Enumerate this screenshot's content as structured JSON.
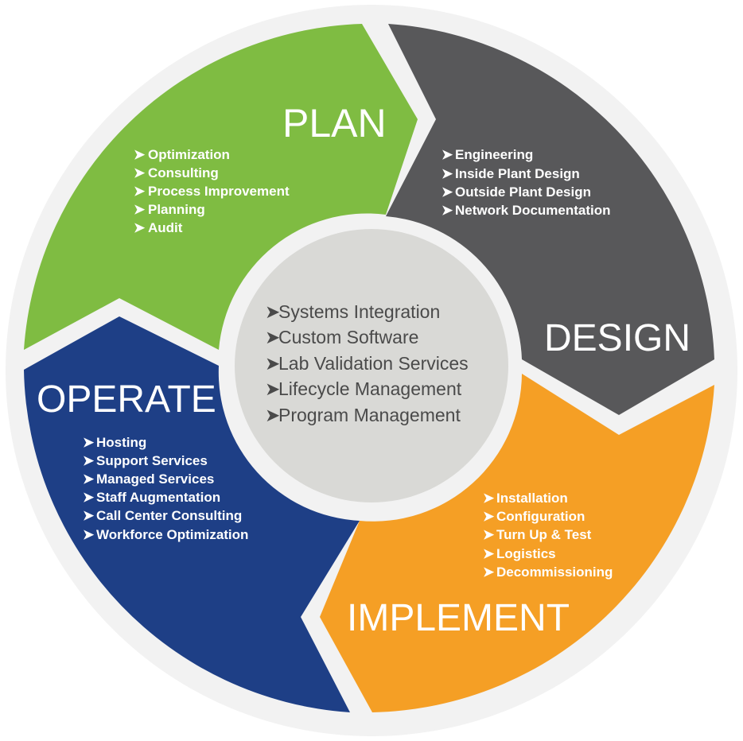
{
  "colors": {
    "plan": "#7fbc42",
    "design": "#58585a",
    "implement": "#f59f25",
    "operate": "#1e3f86",
    "center": "#d9d9d6",
    "center_text": "#4a4a4a",
    "ring": "#f2f2f2"
  },
  "bullet_glyph": "➤",
  "plan": {
    "title": "PLAN",
    "items": [
      "Optimization",
      "Consulting",
      "Process Improvement",
      "Planning",
      "Audit"
    ]
  },
  "design": {
    "title": "DESIGN",
    "items": [
      "Engineering",
      "Inside Plant Design",
      "Outside Plant Design",
      "Network Documentation"
    ]
  },
  "implement": {
    "title": "IMPLEMENT",
    "items": [
      "Installation",
      "Configuration",
      "Turn Up & Test",
      "Logistics",
      "Decommissioning"
    ]
  },
  "operate": {
    "title": "OPERATE",
    "items": [
      "Hosting",
      "Support Services",
      "Managed Services",
      "Staff Augmentation",
      "Call Center Consulting",
      "Workforce Optimization"
    ]
  },
  "center": {
    "items": [
      "Systems Integration",
      "Custom Software",
      "Lab Validation Services",
      "Lifecycle Management",
      "Program Management"
    ]
  }
}
